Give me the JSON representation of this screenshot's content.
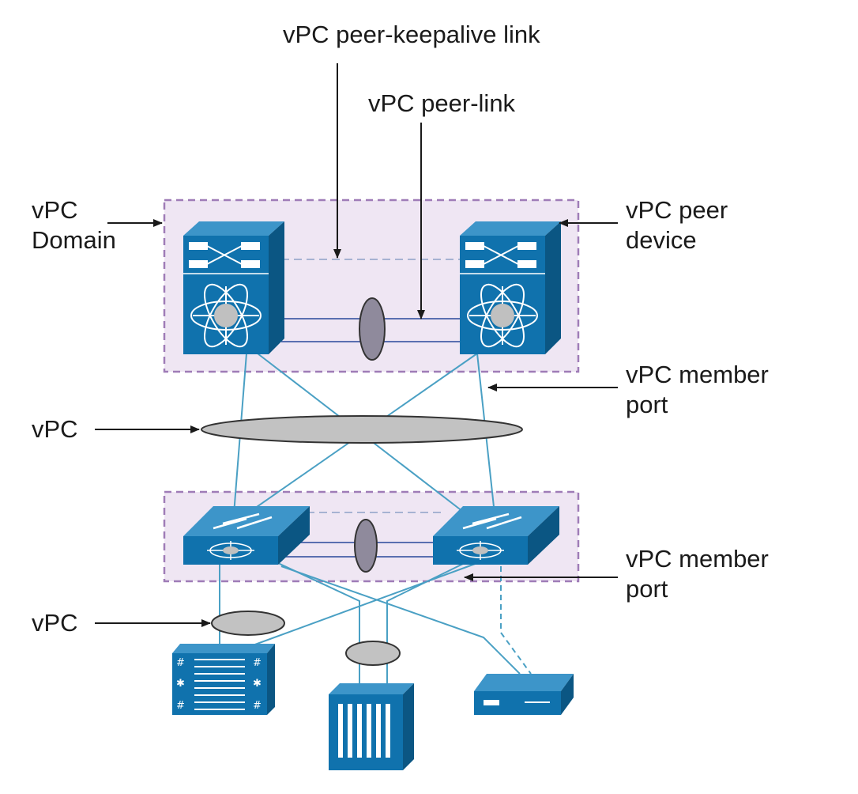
{
  "labels": {
    "peer_keepalive": "vPC peer-keepalive link",
    "peer_link": "vPC peer-link",
    "domain_line1": "vPC",
    "domain_line2": "Domain",
    "peer_device_line1": "vPC peer",
    "peer_device_line2": "device",
    "member_port_upper_line1": "vPC member",
    "member_port_upper_line2": "port",
    "vpc_upper": "vPC",
    "member_port_lower_line1": "vPC member",
    "member_port_lower_line2": "port",
    "vpc_lower": "vPC"
  },
  "colors": {
    "device_blue": "#1072ad",
    "device_dark": "#0b5683",
    "device_light": "#3d95c9",
    "domain_fill": "#efe6f3",
    "domain_border": "#9f7cb7",
    "link_line": "#4aa0c4",
    "peer_link_line": "#5a6fb0",
    "ellipse_gray": "#b9b9b9",
    "peer_ellipse": "#8f8a9c"
  },
  "icons": {
    "core_switch": "nexus-core-switch-icon",
    "access_switch": "nexus-access-switch-icon",
    "blade_server": "blade-chassis-icon",
    "rack_server": "rack-server-icon",
    "appliance": "network-appliance-icon"
  }
}
